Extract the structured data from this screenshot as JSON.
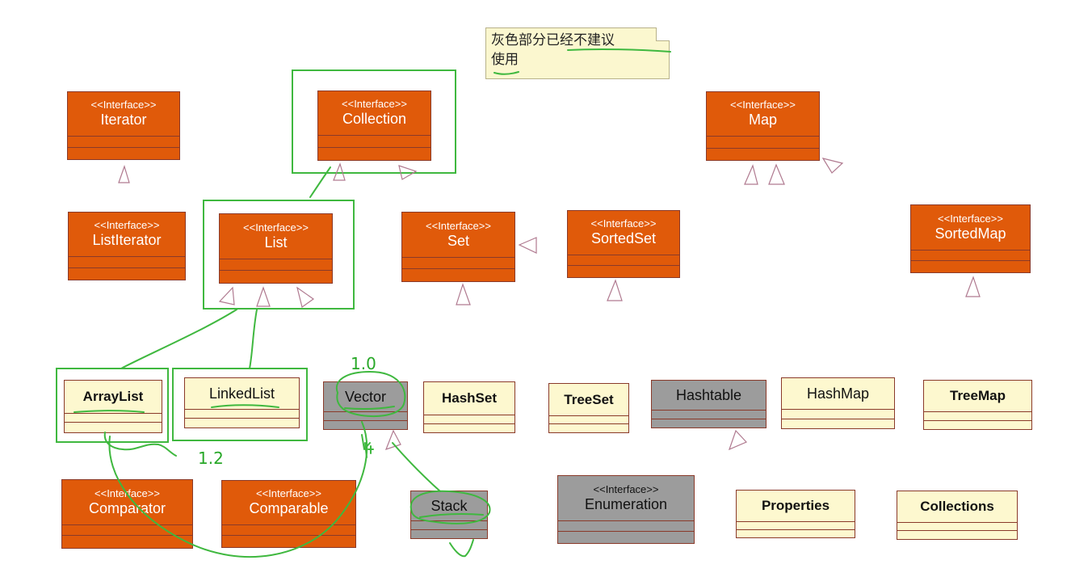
{
  "note": {
    "line1": "灰色部分已经不建议",
    "line2": "使用"
  },
  "stereotype": "<<Interface>>",
  "interfaces": {
    "iterator": "Iterator",
    "collection": "Collection",
    "map": "Map",
    "list_iterator": "ListIterator",
    "list": "List",
    "set": "Set",
    "sorted_set": "SortedSet",
    "sorted_map": "SortedMap",
    "comparator": "Comparator",
    "comparable": "Comparable",
    "enumeration": "Enumeration"
  },
  "classes": {
    "array_list": "ArrayList",
    "linked_list": "LinkedList",
    "vector": "Vector",
    "hash_set": "HashSet",
    "tree_set": "TreeSet",
    "hashtable": "Hashtable",
    "hash_map": "HashMap",
    "tree_map": "TreeMap",
    "stack": "Stack",
    "properties": "Properties",
    "collections": "Collections"
  },
  "annotations": {
    "vector_version": "1.0",
    "list_version": "1.2"
  },
  "colors": {
    "interface": "#e05a0a",
    "concrete_class": "#fdf8cf",
    "deprecated_class": "#9c9c9c",
    "annotation_ink": "#28a828"
  }
}
